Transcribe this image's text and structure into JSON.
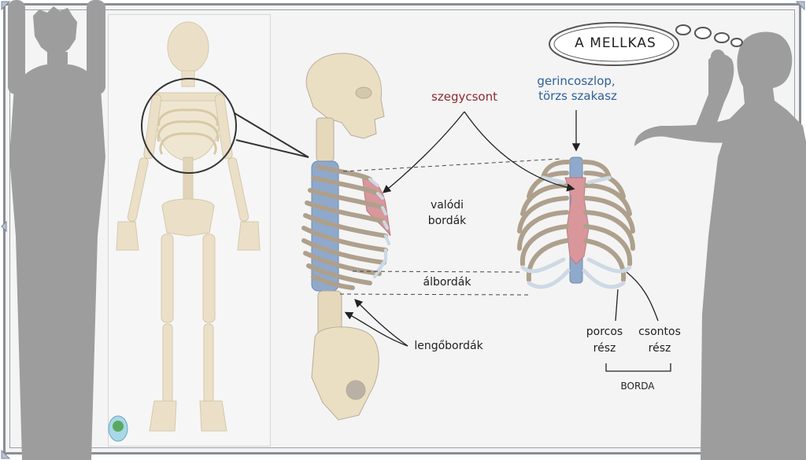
{
  "title": "A MELLKAS",
  "labels": {
    "sternum": "szegycsont",
    "spine_1": "gerincoszlop,",
    "spine_2": "törzs szakasz",
    "true_ribs_1": "valódi",
    "true_ribs_2": "bordák",
    "false_ribs": "álbordák",
    "floating_ribs": "lengőbordák",
    "cartilage_1": "porcos",
    "cartilage_2": "rész",
    "bony_1": "csontos",
    "bony_2": "rész",
    "rib": "BORDA"
  },
  "colors": {
    "bone": "#e9dcc0",
    "bone_dark": "#b9ab98",
    "cartilage": "#cdd9e4",
    "spine_blue": "#8fa9cc",
    "sternum": "#d9979b",
    "silhouette": "#9d9d9d",
    "label_red": "#8b2a2f",
    "label_blue": "#2f5f9a"
  }
}
